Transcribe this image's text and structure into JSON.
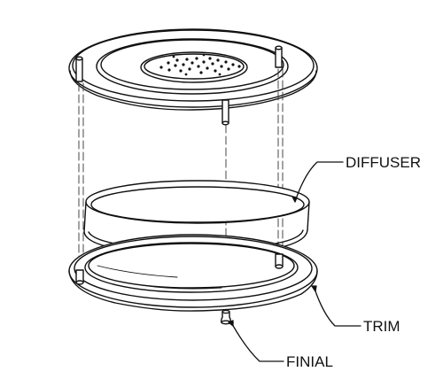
{
  "diagram": {
    "labels": {
      "diffuser": "DIFFUSER",
      "trim": "TRIM",
      "finial": "FINIAL"
    },
    "colors": {
      "line": "#111111",
      "hidden_line": "#333333",
      "background": "#ffffff"
    }
  }
}
